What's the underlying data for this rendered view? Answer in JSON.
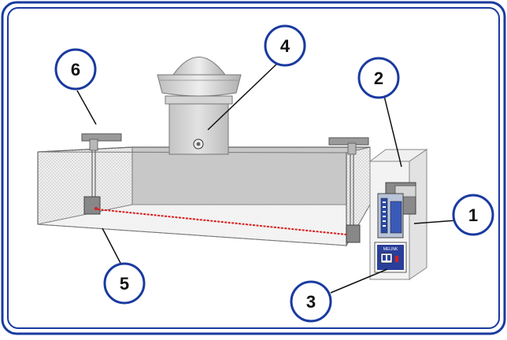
{
  "diagram": {
    "callouts": [
      {
        "id": "callout-1",
        "label": "1"
      },
      {
        "id": "callout-2",
        "label": "2"
      },
      {
        "id": "callout-3",
        "label": "3"
      },
      {
        "id": "callout-4",
        "label": "4"
      },
      {
        "id": "callout-5",
        "label": "5"
      },
      {
        "id": "callout-6",
        "label": "6"
      }
    ],
    "controller_brand": "MELINK"
  },
  "colors": {
    "frame": "#1a3aa0",
    "callout_fill": "#ffffff",
    "callout_stroke": "#1a3aa0",
    "laser_beam": "#d81e1e",
    "hood_panel": "#c8c8c8"
  }
}
